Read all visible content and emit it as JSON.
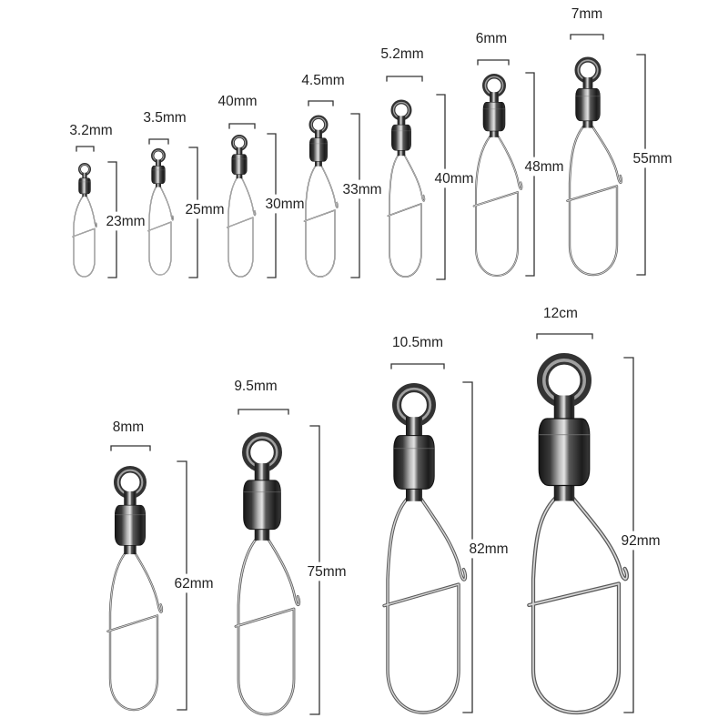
{
  "swivels": [
    {
      "width_label": "3.2mm",
      "length_label": "23mm"
    },
    {
      "width_label": "3.5mm",
      "length_label": "25mm"
    },
    {
      "width_label": "40mm",
      "length_label": "30mm"
    },
    {
      "width_label": "4.5mm",
      "length_label": "33mm"
    },
    {
      "width_label": "5.2mm",
      "length_label": "40mm"
    },
    {
      "width_label": "6mm",
      "length_label": "48mm"
    },
    {
      "width_label": "7mm",
      "length_label": "55mm"
    },
    {
      "width_label": "8mm",
      "length_label": "62mm"
    },
    {
      "width_label": "9.5mm",
      "length_label": "75mm"
    },
    {
      "width_label": "10.5mm",
      "length_label": "82mm"
    },
    {
      "width_label": "12cm",
      "length_label": "92mm"
    }
  ],
  "colors": {
    "background": "#ffffff",
    "text": "#222222",
    "wire": "#5a5a5a",
    "wire_highlight": "#d8d8d8",
    "ring": "#333333",
    "ring_highlight": "#a0a0a0"
  }
}
